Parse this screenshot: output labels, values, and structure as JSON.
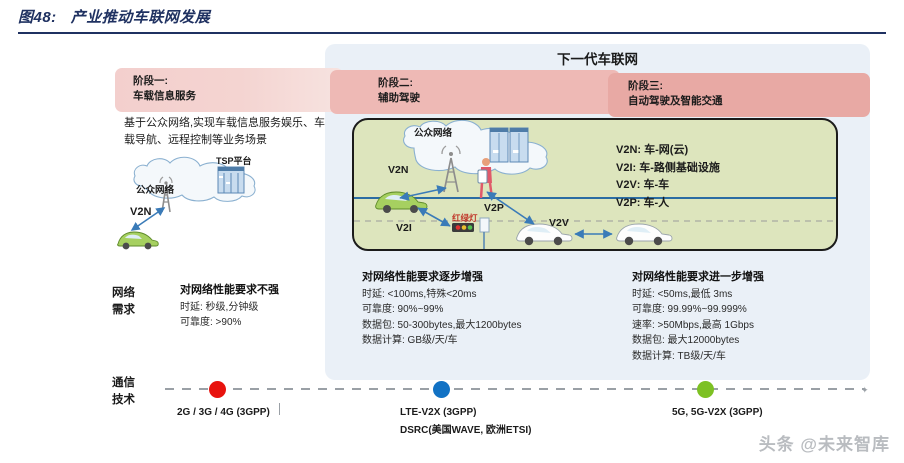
{
  "figure": {
    "number_label": "图48:",
    "title": "产业推动车联网发展"
  },
  "nextgen": {
    "title": "下一代车联网"
  },
  "stages": [
    {
      "id": "stage-1",
      "header_line1": "阶段一:",
      "header_line2": "车载信息服务",
      "description": "基于公众网络,实现车载信息服务娱乐、车载导航、远程控制等业务场景"
    },
    {
      "id": "stage-2",
      "header_line1": "阶段二:",
      "header_line2": "辅助驾驶"
    },
    {
      "id": "stage-3",
      "header_line1": "阶段三:",
      "header_line2": "自动驾驶及智能交通"
    }
  ],
  "stage1_diagram": {
    "cloud_label": "公众网络",
    "tsp_label": "TSP平台",
    "link_label": "V2N"
  },
  "v2x_diagram": {
    "cloud_label": "公众网络",
    "v2n": "V2N",
    "v2p": "V2P",
    "v2i": "V2I",
    "v2v": "V2V",
    "traffic_light": "红绿灯",
    "legend": [
      {
        "code": "V2N",
        "meaning": ": 车-网(云)"
      },
      {
        "code": "V2I",
        "meaning": ": 车-路侧基础设施"
      },
      {
        "code": "V2V",
        "meaning": ": 车-车"
      },
      {
        "code": "V2P",
        "meaning": ": 车-人"
      }
    ]
  },
  "rows": {
    "network_label_l1": "网络",
    "network_label_l2": "需求",
    "comm_label_l1": "通信",
    "comm_label_l2": "技术"
  },
  "requirements": [
    {
      "heading": "对网络性能要求不强",
      "lines": [
        "时延: 秒级,分钟级",
        "可靠度: >90%"
      ]
    },
    {
      "heading": "对网络性能要求逐步增强",
      "lines": [
        "时延: <100ms,特殊<20ms",
        "可靠度: 90%~99%",
        "数据包: 50-300bytes,最大1200bytes",
        "数据计算: GB级/天/车"
      ]
    },
    {
      "heading": "对网络性能要求进一步增强",
      "lines": [
        "时延: <50ms,最低 3ms",
        "可靠度: 99.99%~99.999%",
        "速率: >50Mbps,最高 1Gbps",
        "数据包: 最大12000bytes",
        "数据计算: TB级/天/车"
      ]
    }
  ],
  "timeline": [
    {
      "color": "#e8130e",
      "label_line1": "2G / 3G / 4G (3GPP)",
      "label_line2": ""
    },
    {
      "color": "#1272c4",
      "label_line1": "LTE-V2X (3GPP)",
      "label_line2": "DSRC(美国WAVE, 欧洲ETSI)"
    },
    {
      "color": "#7dc123",
      "label_line1": "5G, 5G-V2X (3GPP)",
      "label_line2": ""
    }
  ],
  "watermark": "头条 @未来智库"
}
